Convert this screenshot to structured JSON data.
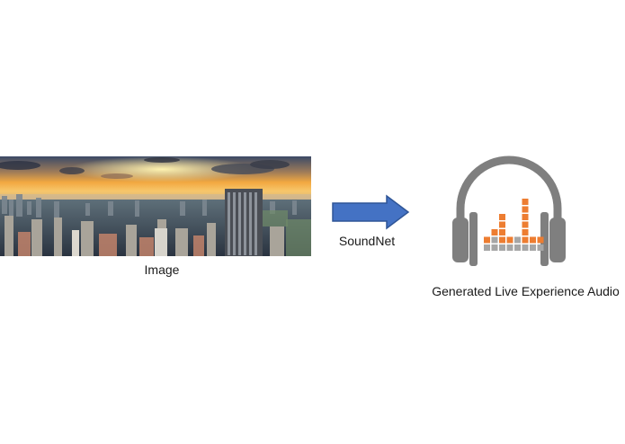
{
  "image_block": {
    "caption": "Image",
    "icon": "city-panorama-photo"
  },
  "arrow": {
    "label": "SoundNet",
    "color": "#4472C4",
    "icon": "right-arrow"
  },
  "output_block": {
    "caption": "Generated Live Experience Audio",
    "icon": "headphones-equalizer-icon",
    "headphone_color": "#7f7f7f",
    "bar_orange": "#ED7D31",
    "bar_grey": "#a6a6a6"
  }
}
